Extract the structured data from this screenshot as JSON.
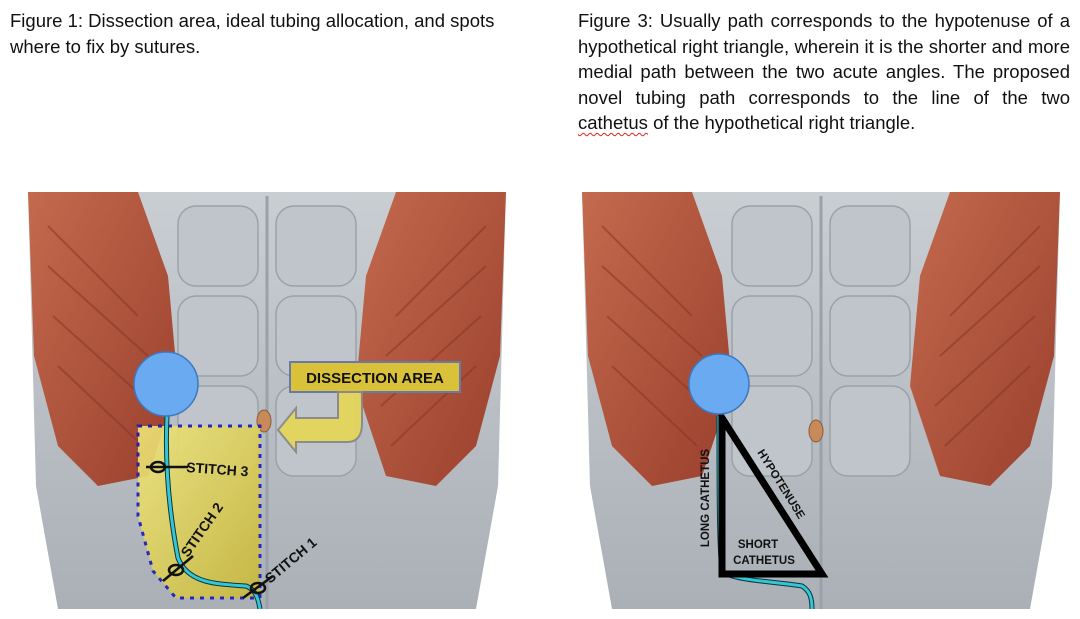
{
  "figure1": {
    "caption": "Figure 1: Dissection area, ideal tubing allocation, and spots where to fix by sutures.",
    "callout": "DISSECTION AREA",
    "stitches": [
      "STITCH 3",
      "STITCH 2",
      "STITCH 1"
    ]
  },
  "figure3": {
    "caption_before": "Figure 3: Usually path corresponds to the hypotenuse of a hypothetical right triangle, wherein it is the shorter and more medial path between the two acute angles. The proposed novel tubing path corresponds to the line of the two ",
    "caption_flagged_word": "cathetus",
    "caption_after": " of the hypothetical right triangle.",
    "labels": {
      "long": "LONG CATHETUS",
      "hypotenuse": "HYPOTENUSE",
      "short_line1": "SHORT",
      "short_line2": "CATHETUS"
    }
  },
  "colors": {
    "muscle": "#b8553c",
    "fascia": "#cdd2d6",
    "tube": "#35c6d3",
    "port": "#6aaaf0",
    "dissection_fill": "#e6d84a",
    "dotted_border": "#1a1ab8",
    "callout_fill": "#d9c23a"
  }
}
